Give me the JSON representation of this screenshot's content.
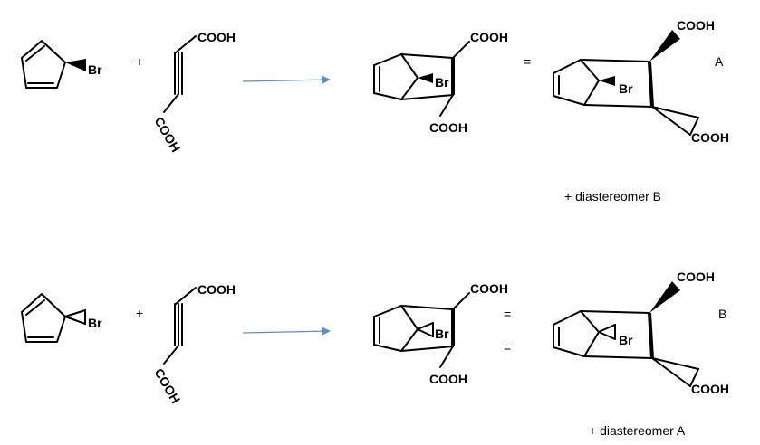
{
  "labels": {
    "br": "Br",
    "cooh": "COOH",
    "plus": "+",
    "equals": "=",
    "reaction1_product_tag": "A",
    "reaction2_product_tag": "B",
    "reaction1_note": "+   diastereomer B",
    "reaction2_note": "+   diastereomer A"
  },
  "colors": {
    "arrow": "#5b8fc9",
    "ink": "#000000"
  }
}
